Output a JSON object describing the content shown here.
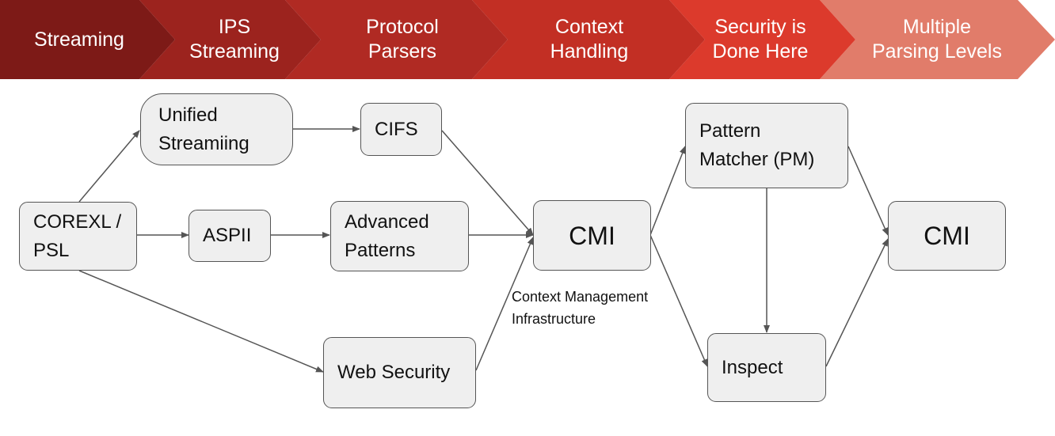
{
  "stages": [
    {
      "label": "Streaming",
      "color": "#7d1a17"
    },
    {
      "label": "IPS\nStreaming",
      "color": "#9c231e"
    },
    {
      "label": "Protocol\nParsers",
      "color": "#b02a23"
    },
    {
      "label": "Context\nHandling",
      "color": "#c22f24"
    },
    {
      "label": "Security is\nDone Here",
      "color": "#dc3a2c"
    },
    {
      "label": "Multiple\nParsing Levels",
      "color": "#e17c6a"
    }
  ],
  "nodes": {
    "corexl": "COREXL /\nPSL",
    "unified": "Unified\nStreamiing",
    "aspii": "ASPII",
    "cifs": "CIFS",
    "advanced": "Advanced\nPatterns",
    "websec": "Web Security",
    "cmi1": "CMI",
    "pm": "Pattern\nMatcher (PM)",
    "inspect": "Inspect",
    "cmi2": "CMI"
  },
  "cmi_note": "Context Management\nInfrastructure",
  "colors": {
    "node_fill": "#efefef",
    "node_border": "#555555",
    "arrow": "#555555"
  }
}
